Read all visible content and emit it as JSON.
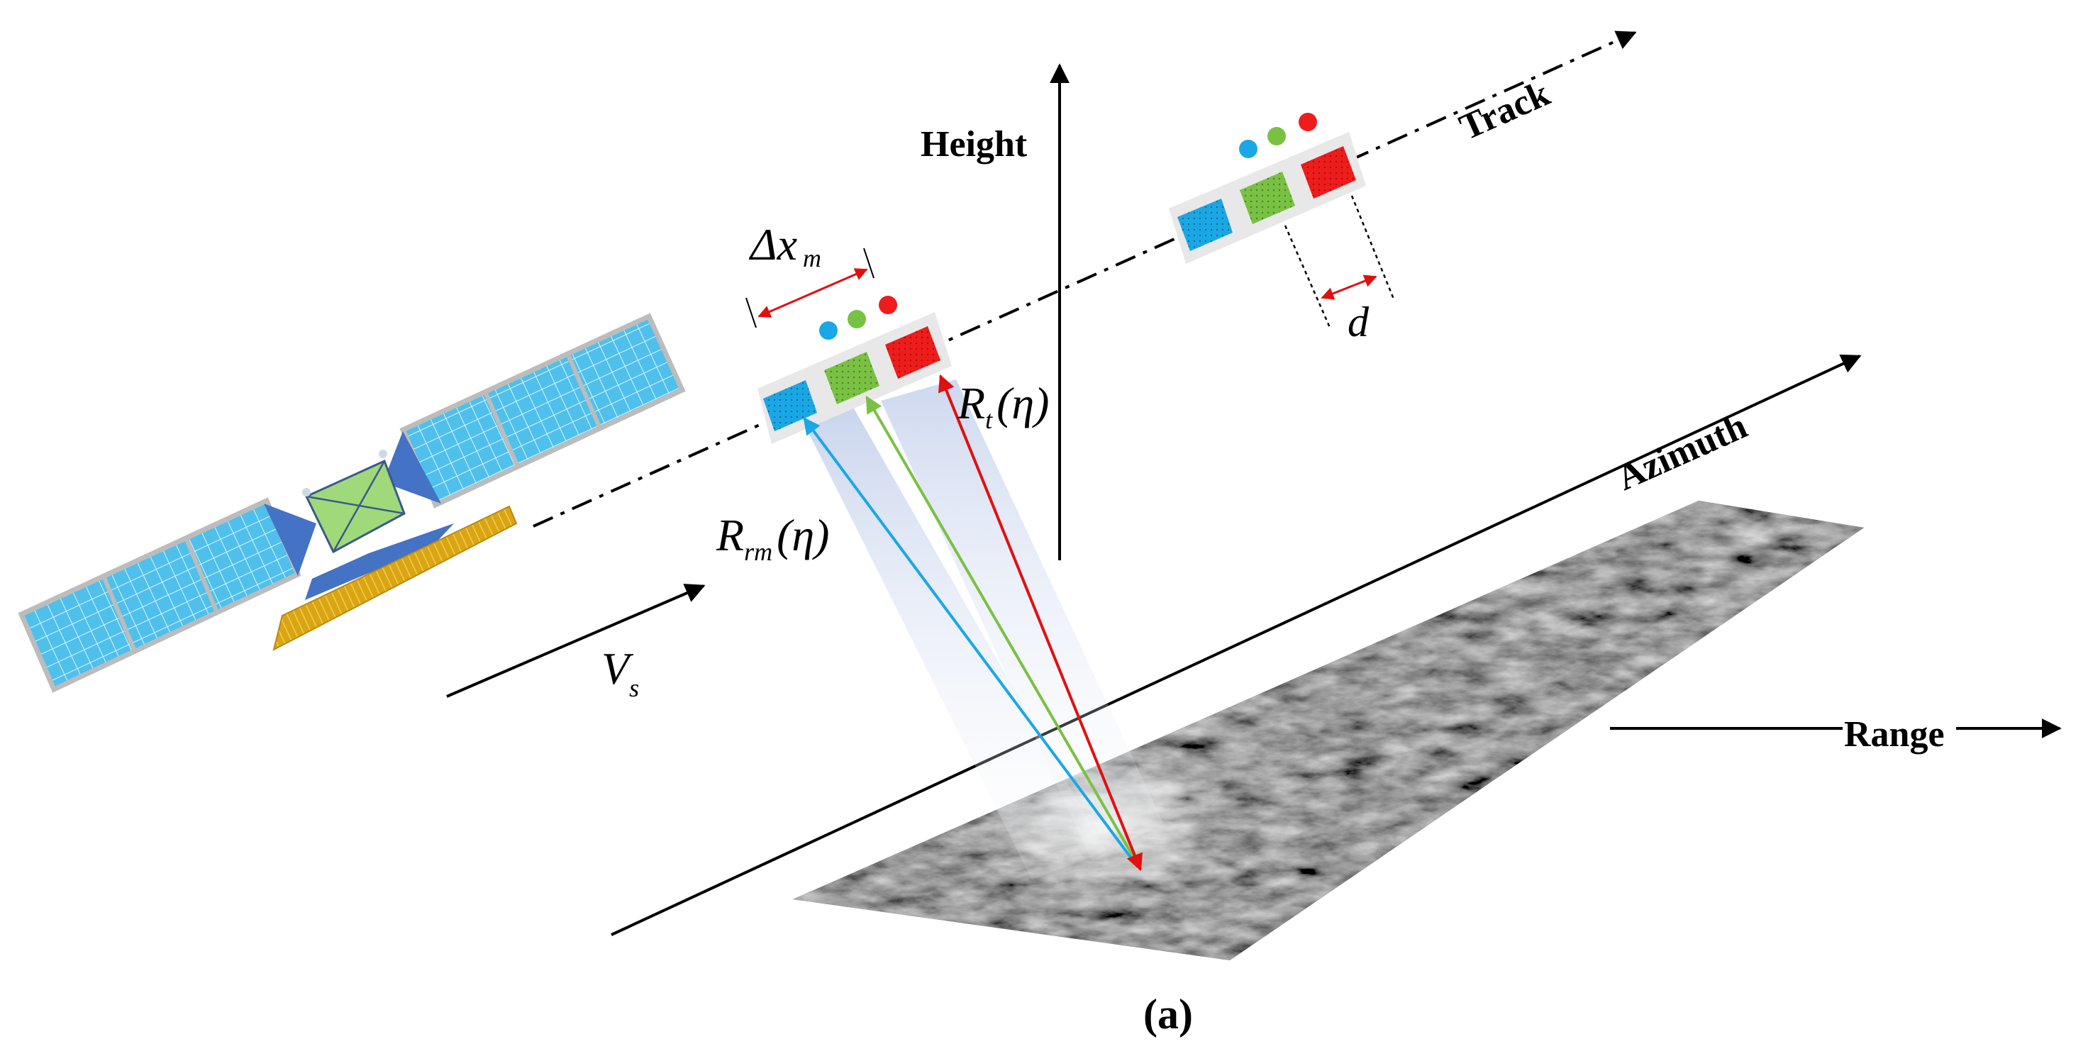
{
  "labels": {
    "height": "Height",
    "track": "Track",
    "azimuth": "Azimuth",
    "range": "Range",
    "caption": "(a)"
  },
  "math": {
    "delta_x": {
      "base": "Δx",
      "sub": "m"
    },
    "spacing": "d",
    "rt": {
      "base": "R",
      "sub": "t",
      "arg": "(η)"
    },
    "rrm": {
      "base": "R",
      "sub": "rm",
      "arg": "(η)"
    },
    "vs": {
      "base": "V",
      "sub": "s"
    }
  },
  "colors": {
    "blue": "#1aa7e6",
    "green": "#79c142",
    "red": "#ef1c1c",
    "panel": "#4fc0ec",
    "panel_edge": "#bdbdbd",
    "body": "#9fd97a",
    "wing": "#4472c4",
    "gold": "#d4a414",
    "beam": "#a9bde3"
  }
}
